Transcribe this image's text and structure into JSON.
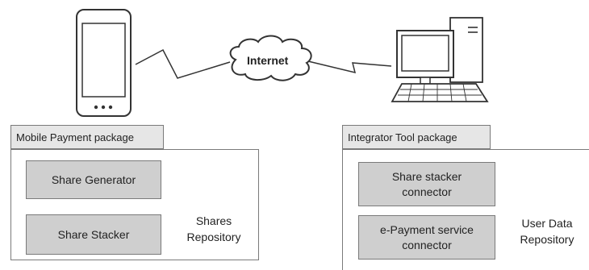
{
  "network": {
    "label": "Internet"
  },
  "mobile_package": {
    "title": "Mobile Payment package",
    "components": [
      "Share Generator",
      "Share Stacker"
    ],
    "repository": {
      "line1": "Shares",
      "line2": "Repository",
      "icon": "database-icon"
    }
  },
  "integrator_package": {
    "title": "Integrator Tool package",
    "components": [
      {
        "line1": "Share stacker",
        "line2": "connector"
      },
      {
        "line1": "e-Payment service",
        "line2": "connector"
      }
    ],
    "repository": {
      "line1": "User Data",
      "line2": "Repository",
      "icon": "database-icon"
    }
  },
  "devices": {
    "mobile": "smartphone-icon",
    "desktop": "desktop-computer-icon"
  }
}
